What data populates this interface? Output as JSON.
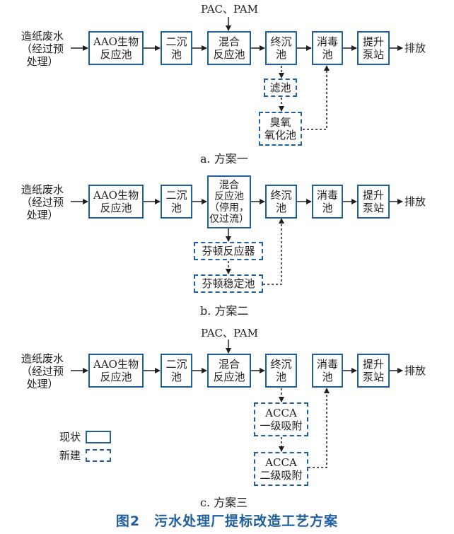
{
  "source": "造纸废水\n（经过预\n处理）",
  "discharge": "排放",
  "chemicals": "PAC、PAM",
  "boxes": {
    "aao": "AAO生物\n反应池",
    "secondary": "二沉\n池",
    "mixing": "混合\n反应池",
    "mixing_b": "混合\n反应池\n（停用，\n仅过流）",
    "final": "终沉\n池",
    "disinfect": "消毒\n池",
    "pump": "提升\n泵站",
    "filter": "滤池",
    "ozone": "臭氧\n氧化池",
    "fenton_reactor": "芬顿反应器",
    "fenton_stable": "芬顿稳定池",
    "acca1": "ACCA\n一级吸附",
    "acca2": "ACCA\n二级吸附"
  },
  "captions": {
    "a": "a. 方案一",
    "b": "b. 方案二",
    "c": "c. 方案三"
  },
  "legend": {
    "existing": "现状",
    "new": "新建"
  },
  "figure_title": "图2　污水处理厂提标改造工艺方案",
  "colors": {
    "box_border": "#1f5fa0",
    "title": "#1f5fa0",
    "line": "#231f20"
  }
}
